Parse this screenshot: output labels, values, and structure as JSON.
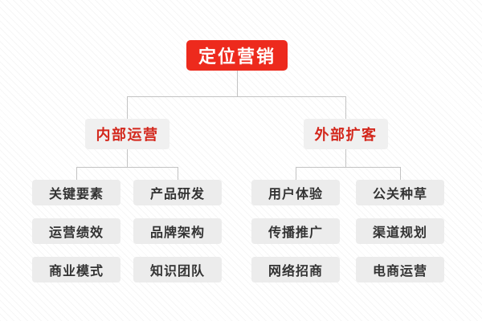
{
  "diagram": {
    "title": "定位营销",
    "root": {
      "label": "定位营销"
    },
    "branches": [
      {
        "label": "内部运营",
        "columns": [
          {
            "items": [
              "关键要素",
              "运营绩效",
              "商业模式"
            ]
          },
          {
            "items": [
              "产品研发",
              "品牌架构",
              "知识团队"
            ]
          }
        ]
      },
      {
        "label": "外部扩客",
        "columns": [
          {
            "items": [
              "用户体验",
              "传播推广",
              "网络招商"
            ]
          },
          {
            "items": [
              "公关种草",
              "渠道规划",
              "电商运营"
            ]
          }
        ]
      }
    ],
    "colors": {
      "root_bg": "#ed2a1d",
      "root_text": "#ffffff",
      "branch_bg": "#f0f0f0",
      "branch_text": "#d3271c",
      "leaf_bg": "#ececec",
      "leaf_text": "#333333",
      "connector": "#c3c3c3",
      "page_bg": "#ffffff"
    }
  }
}
